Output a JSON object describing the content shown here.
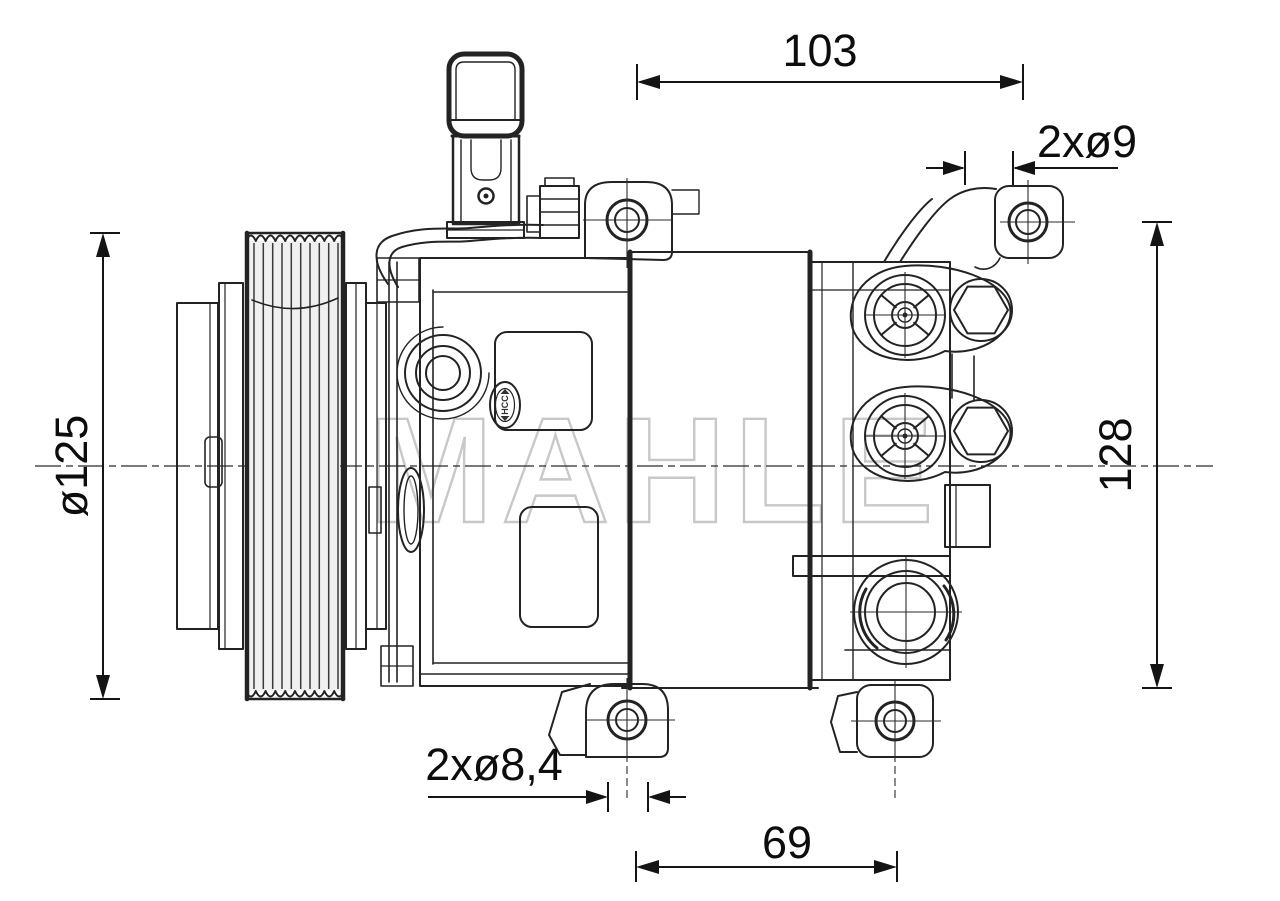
{
  "drawing": {
    "kind": "technical-dimensional-drawing",
    "subject": "air-conditioning compressor, side view",
    "background": "#ffffff",
    "line_color": "#232323",
    "watermark": {
      "text": "MAHLE",
      "color": "#c8c8c8"
    },
    "badge": {
      "text": "HCC"
    },
    "dimensions": {
      "top_width": {
        "label": "103",
        "orientation": "horizontal"
      },
      "top_holes": {
        "label": "2xø9",
        "orientation": "horizontal"
      },
      "pulley_diameter": {
        "label": "ø125",
        "orientation": "vertical"
      },
      "right_height": {
        "label": "128",
        "orientation": "vertical"
      },
      "bottom_holes": {
        "label": "2xø8,4",
        "orientation": "horizontal"
      },
      "bottom_width": {
        "label": "69",
        "orientation": "horizontal"
      }
    }
  }
}
